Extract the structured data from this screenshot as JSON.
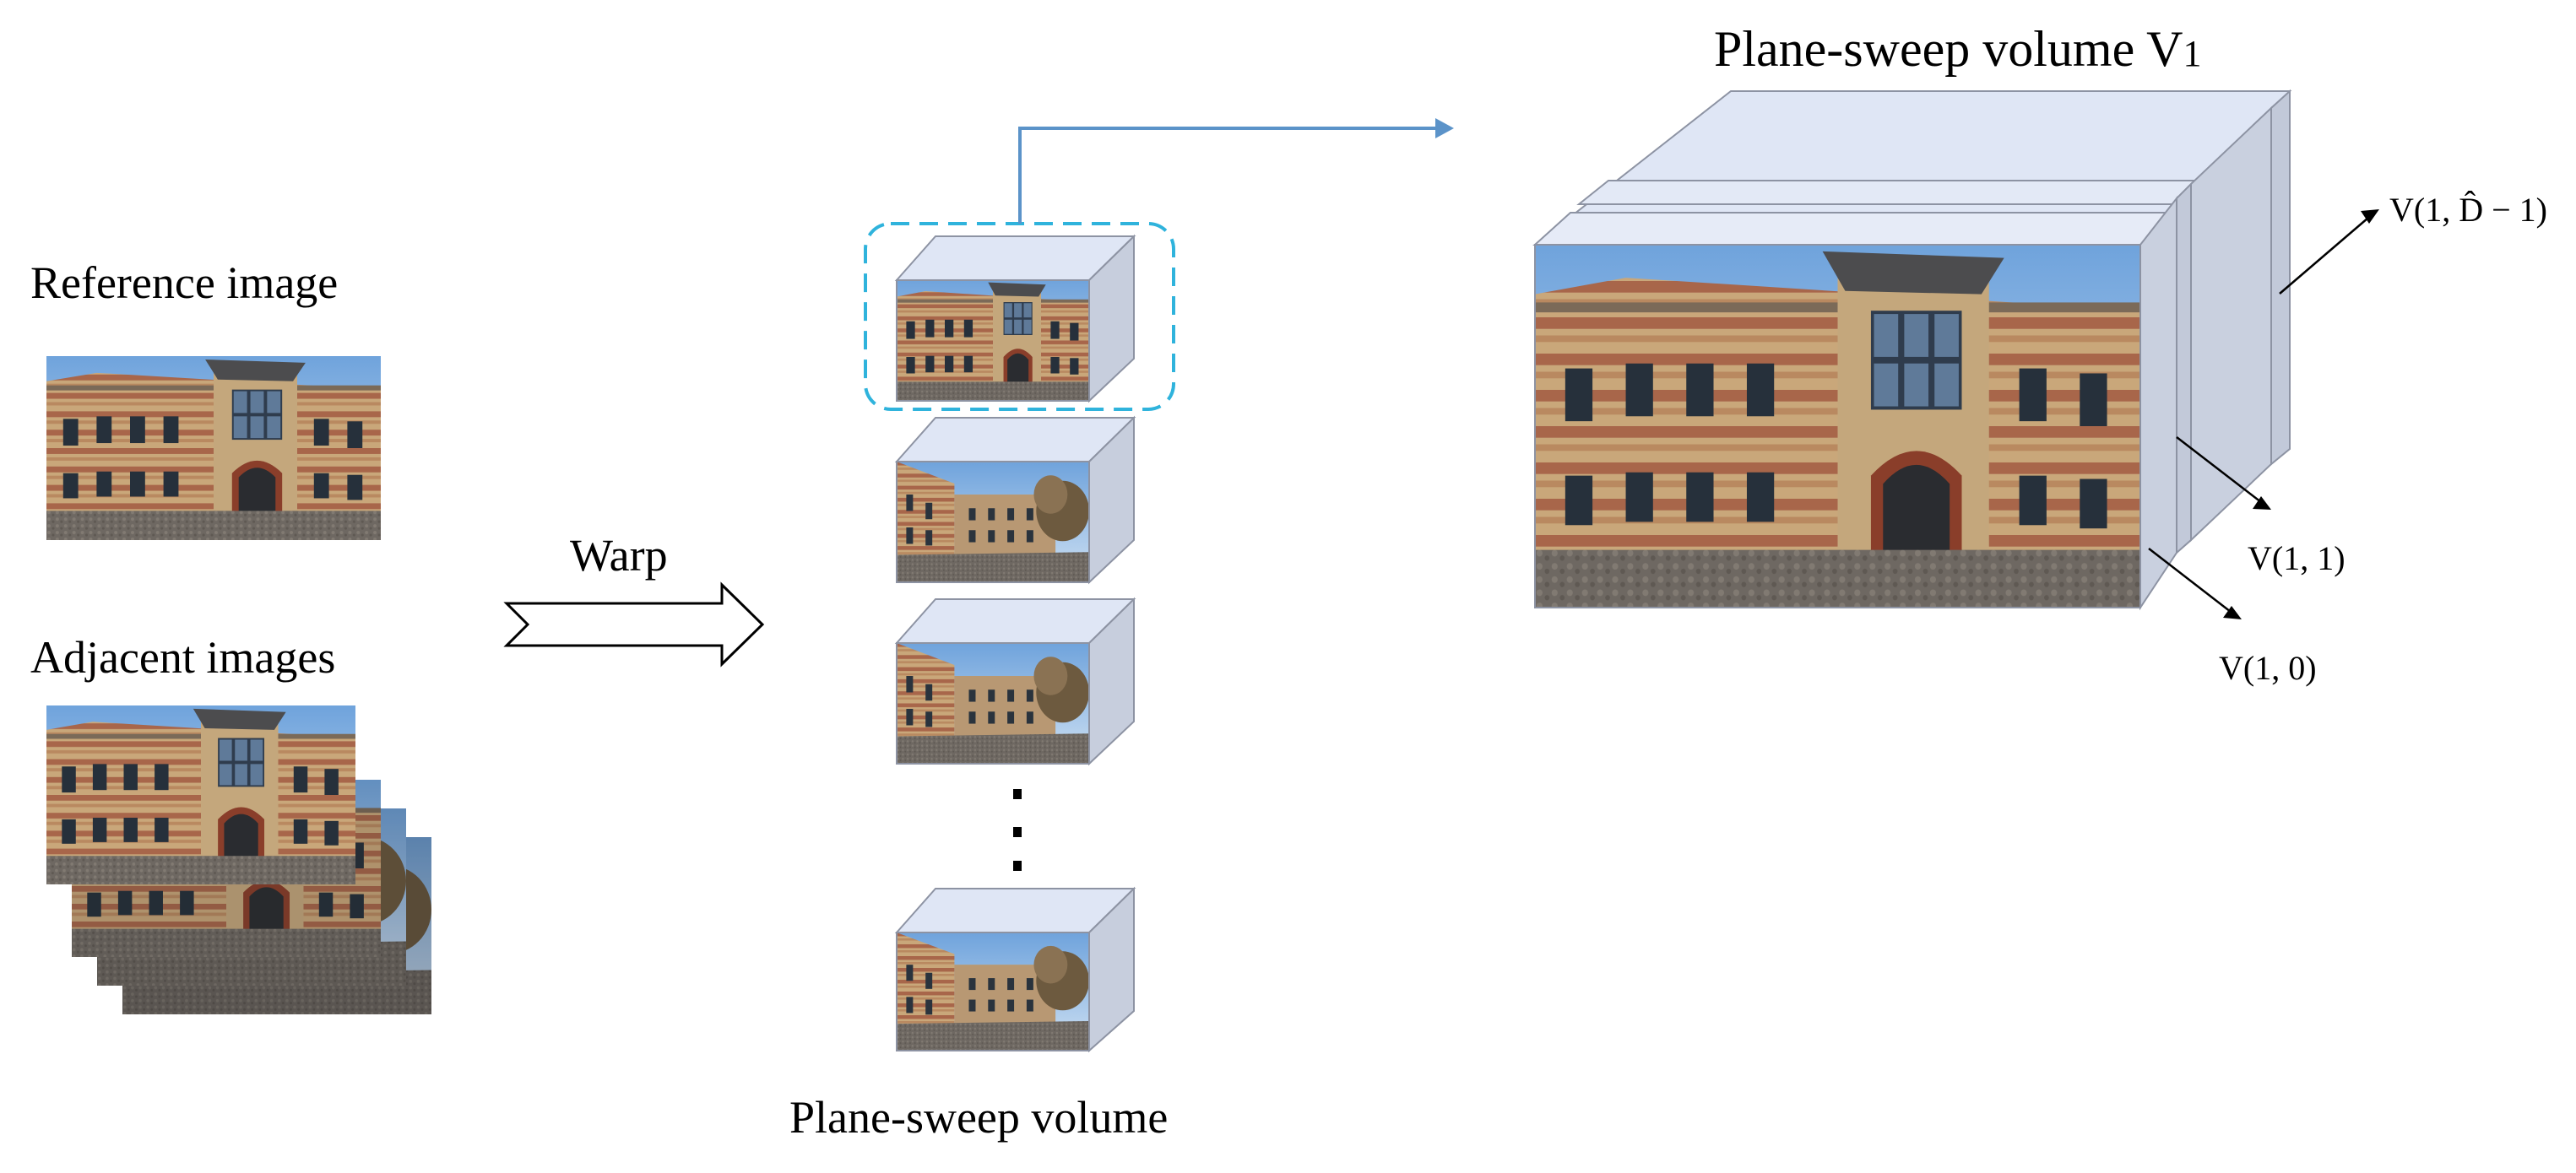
{
  "labels": {
    "reference_image": "Reference image",
    "adjacent_images": "Adjacent images",
    "warp": "Warp",
    "plane_sweep_volume": "Plane-sweep volume",
    "plane_sweep_volume_v1": "Plane-sweep volume V",
    "plane_sweep_volume_v1_sub": "1",
    "v_1_dhat_minus_1": "V(1, D̂ − 1)",
    "v_1_1": "V(1, 1)",
    "v_1_0": "V(1, 0)",
    "ellipsis": "⋮"
  },
  "colors": {
    "box_face_top": "#dfe6f5",
    "box_face_side": "#c7cedd",
    "box_edge": "#8d93a3",
    "highlight_dash": "#2fb3dc",
    "connector": "#5b93c9",
    "sky": "#8fb6df",
    "brick": "#a87450",
    "stone": "#cdb48a",
    "ground": "#6d6660"
  }
}
